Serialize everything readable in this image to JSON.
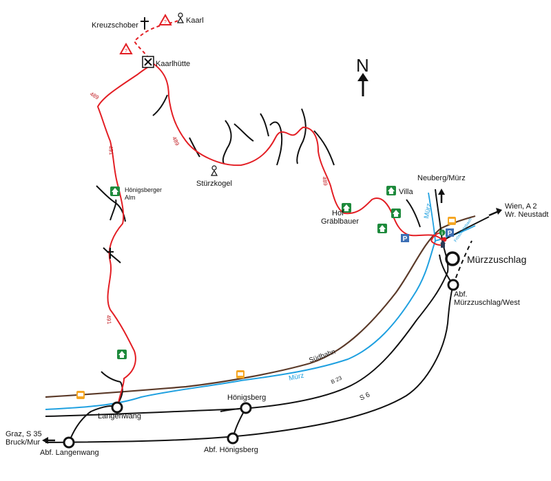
{
  "north": "N",
  "places": {
    "kreuzschober": "Kreuzschober",
    "kaarl": "Kaarl",
    "kaarlhuette": "Kaarlhütte",
    "stuerzkogel": "Stürzkogel",
    "hoenigsberger_alm_1": "Hönigsberger",
    "hoenigsberger_alm_2": "Alm",
    "villa": "Villa",
    "hof_1": "Hof",
    "hof_2": "Gräblbauer",
    "muerzzuschlag": "Mürzzuschlag",
    "abf_mw_1": "Abf.",
    "abf_mw_2": "Mürzzuschlag/West",
    "hoenigsberg": "Hönigsberg",
    "abf_hoenigsberg": "Abf. Hönigsberg",
    "langenwang": "Langenwang",
    "abf_langenwang": "Abf. Langenwang"
  },
  "directions": {
    "neuberg": "Neuberg/Mürz",
    "wien_1": "Wien, A 2",
    "wien_2": "Wr. Neustadt",
    "graz_1": "Graz, S 35",
    "graz_2": "Bruck/Mur"
  },
  "routes": {
    "r489_a": "489",
    "r489_b": "489",
    "r489_c": "489",
    "r491_a": "491",
    "r491_b": "491"
  },
  "roads": {
    "suedbahn": "Südbahn",
    "b23": "B 23",
    "s6": "S 6"
  },
  "rivers": {
    "muerz_main": "Mürz",
    "muerz_north": "Mürz",
    "froeschnitzbach": "Fröschnitzbach"
  },
  "icon_labels": {
    "parking": "P",
    "info": "i"
  },
  "colors": {
    "route": "#e31e24",
    "river": "#1ea0e0",
    "railway": "#5b3a29",
    "road": "#111111",
    "hut": "#1e8a3c",
    "rail_icon": "#f5a623",
    "parking": "#3c6fb5"
  }
}
